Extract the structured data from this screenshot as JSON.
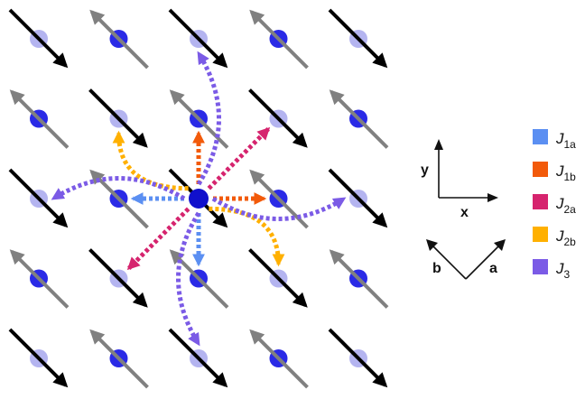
{
  "lattice": {
    "rows": 5,
    "cols": 5,
    "center": {
      "row": 2,
      "col": 2
    },
    "colors": {
      "spin_dark": "#000000",
      "spin_light": "#808080",
      "site_dark": "#2a2ae6",
      "site_light": "#b4b4f0",
      "center_site": "#1010cc"
    }
  },
  "couplings": [
    {
      "id": "J1a",
      "color": "#5b8ff2",
      "targets": [
        [
          2,
          1
        ],
        [
          3,
          2
        ]
      ]
    },
    {
      "id": "J1b",
      "color": "#f25a0a",
      "targets": [
        [
          1,
          2
        ],
        [
          2,
          3
        ]
      ]
    },
    {
      "id": "J2a",
      "color": "#d6246e",
      "targets": [
        [
          1,
          3
        ],
        [
          3,
          1
        ]
      ]
    },
    {
      "id": "J2b",
      "color": "#ffb000",
      "targets": [
        [
          1,
          1
        ],
        [
          3,
          3
        ]
      ]
    },
    {
      "id": "J3",
      "color": "#7b5be6",
      "targets": [
        [
          0,
          2
        ],
        [
          2,
          4
        ],
        [
          4,
          2
        ],
        [
          2,
          0
        ]
      ]
    }
  ],
  "axes": {
    "cartesian": {
      "x_label": "x",
      "y_label": "y"
    },
    "lattice": {
      "a_label": "a",
      "b_label": "b"
    }
  },
  "legend": [
    {
      "base": "J",
      "sub": "1a",
      "color": "#5b8ff2"
    },
    {
      "base": "J",
      "sub": "1b",
      "color": "#f25a0a"
    },
    {
      "base": "J",
      "sub": "2a",
      "color": "#d6246e"
    },
    {
      "base": "J",
      "sub": "2b",
      "color": "#ffb000"
    },
    {
      "base": "J",
      "sub": "3",
      "color": "#7b5be6"
    }
  ]
}
